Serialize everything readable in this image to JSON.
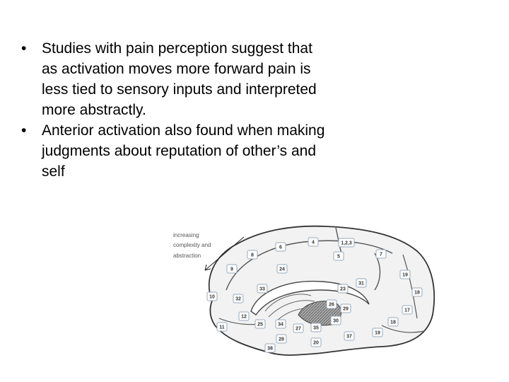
{
  "slide": {
    "bullets": [
      "Studies with pain perception suggest that as activation moves more forward pain is less tied to sensory inputs and interpreted more abstractly.",
      "Anterior activation also found when making judgments about reputation of other’s and self"
    ],
    "bullet_glyph": "•"
  },
  "diagram": {
    "annotation": [
      "increasing",
      "complexity and",
      "abstraction"
    ],
    "areas": [
      "4",
      "1,2,3",
      "6",
      "8",
      "5",
      "7",
      "9",
      "24",
      "19",
      "31",
      "18",
      "10",
      "33",
      "23",
      "32",
      "26",
      "29",
      "17",
      "12",
      "30",
      "18",
      "25",
      "34",
      "27",
      "35",
      "19",
      "11",
      "28",
      "37",
      "20",
      "38"
    ]
  }
}
